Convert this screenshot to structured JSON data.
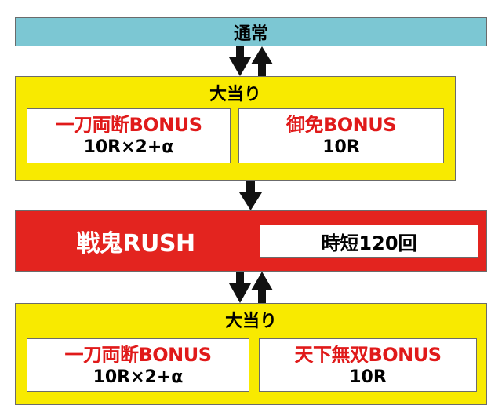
{
  "normal_state": {
    "label": "通常"
  },
  "jackpot_top": {
    "label": "大当り",
    "bonuses": [
      {
        "name": "一刀両断BONUS",
        "rounds": "10R×2+α"
      },
      {
        "name": "御免BONUS",
        "rounds": "10R"
      }
    ]
  },
  "rush": {
    "label": "戦鬼RUSH",
    "detail": "時短120回"
  },
  "jackpot_bottom": {
    "label": "大当り",
    "bonuses": [
      {
        "name": "一刀両断BONUS",
        "rounds": "10R×2+α"
      },
      {
        "name": "天下無双BONUS",
        "rounds": "10R"
      }
    ]
  },
  "colors": {
    "normal_bg": "#7cc7d3",
    "jackpot_bg": "#f8ea00",
    "rush_bg": "#e3241f",
    "bonus_name": "#e01a1a"
  }
}
